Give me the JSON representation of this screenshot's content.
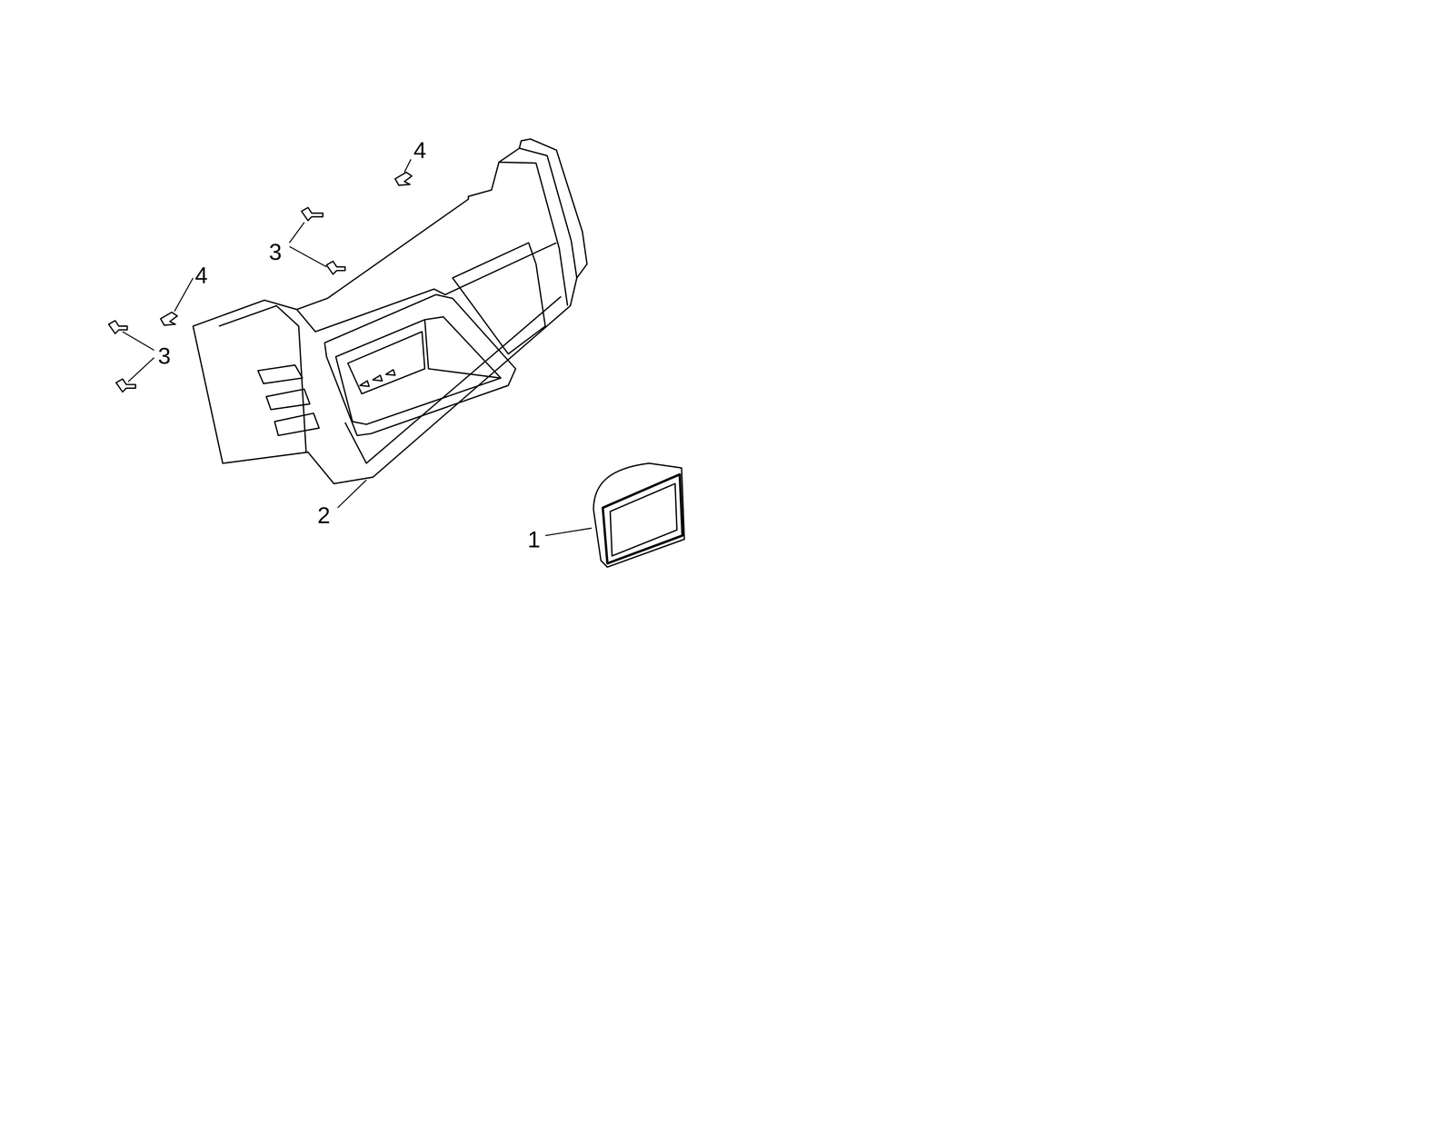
{
  "diagram": {
    "labels": [
      "4",
      "3",
      "4",
      "3",
      "2",
      "1"
    ]
  }
}
